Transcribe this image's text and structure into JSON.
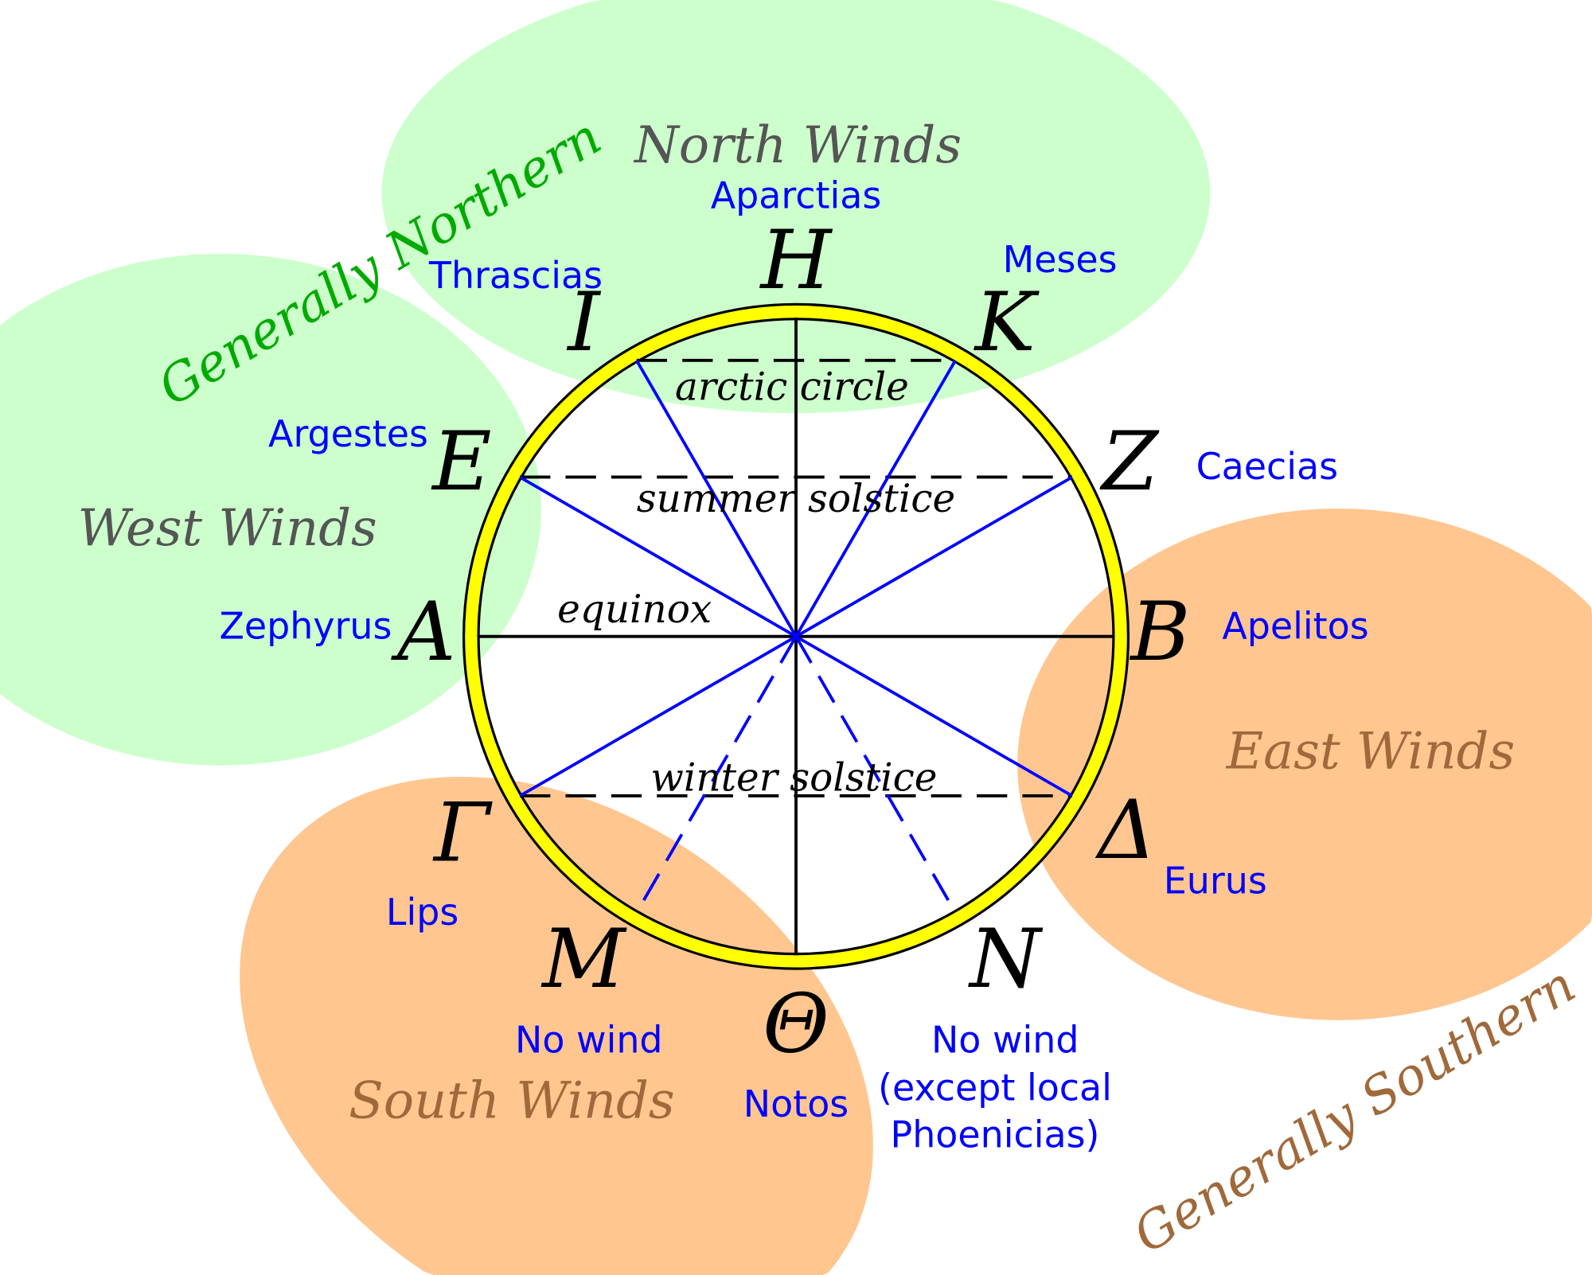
{
  "colors": {
    "north_region": "#ccffcc",
    "south_region": "#ffc690",
    "ring": "#ffff00",
    "wind_label": "#0000ff",
    "north_title": "#555555",
    "south_title": "#a0693a",
    "generally_northern": "#00aa00",
    "generally_southern": "#a0693a"
  },
  "regions": {
    "north": "North Winds",
    "west": "West Winds",
    "east": "East Winds",
    "south": "South Winds",
    "generally_northern": "Generally Northern",
    "generally_southern": "Generally Southern"
  },
  "latitudes": {
    "arctic": "arctic circle",
    "summer": "summer solstice",
    "equinox": "equinox",
    "winter": "winter solstice"
  },
  "points": {
    "H": "H",
    "I": "I",
    "K": "K",
    "E": "E",
    "Z": "Z",
    "A": "A",
    "B": "B",
    "Gamma": "Γ",
    "Delta": "Δ",
    "M": "M",
    "N": "N",
    "Theta": "Θ"
  },
  "winds": {
    "aparctias": "Aparctias",
    "thrascias": "Thrascias",
    "meses": "Meses",
    "argestes": "Argestes",
    "caecias": "Caecias",
    "zephyrus": "Zephyrus",
    "apelitos": "Apelitos",
    "lips": "Lips",
    "eurus": "Eurus",
    "no_wind_m": "No wind",
    "notos": "Notos",
    "no_wind_n_line1": "No wind",
    "no_wind_n_line2": "(except local",
    "no_wind_n_line3": "Phoenicias)"
  }
}
